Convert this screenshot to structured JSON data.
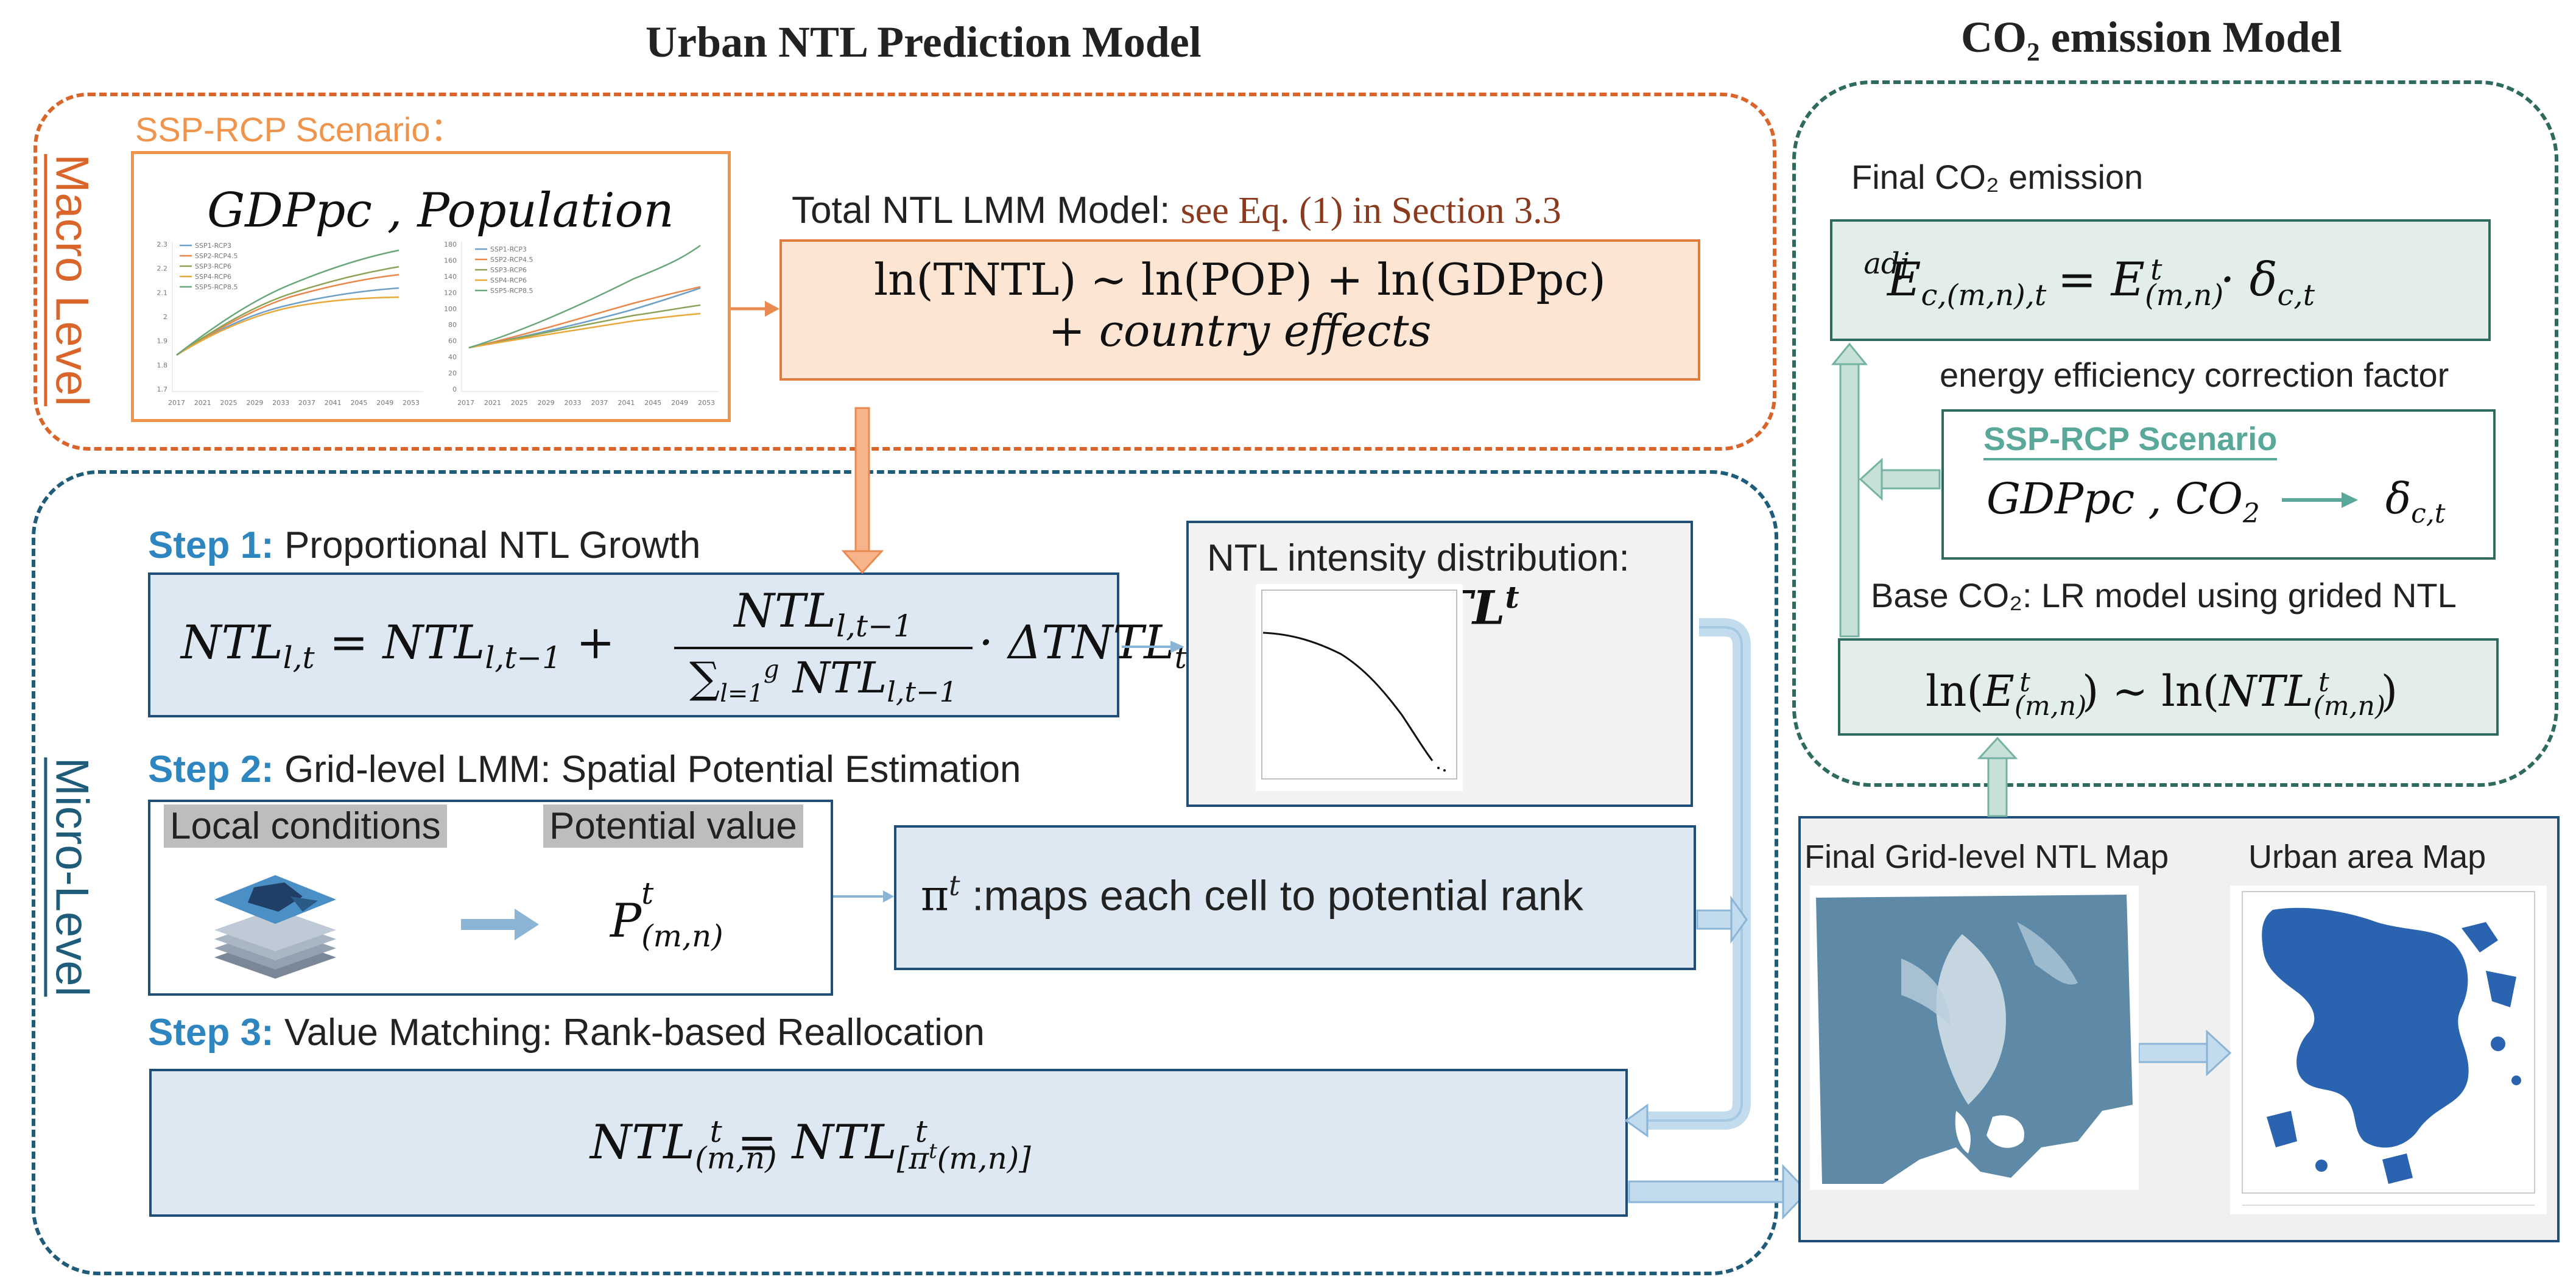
{
  "titles": {
    "urban": "Urban NTL Prediction Model",
    "co2": "CO₂ emission Model"
  },
  "macro": {
    "side_label": "Macro Level",
    "ssp_label": "SSP-RCP Scenario：",
    "gdp_pop": "GDPpc , Population",
    "legend_left": [
      "SSP1-RCP3",
      "SSP2-RCP4.5",
      "SSP3-RCP6",
      "SSP4-RCP6",
      "SSP5-RCP8.5"
    ],
    "legend_right": [
      "SSP1-RCP3",
      "SSP2-RCP4.5",
      "SSP3-RCP6",
      "SSP4-RCP6",
      "SSP5-RCP8.5"
    ],
    "left_yticks": [
      "2.3",
      "2.2",
      "2.1",
      "2",
      "1.9",
      "1.8",
      "1.7"
    ],
    "right_yticks": [
      "180",
      "160",
      "140",
      "120",
      "100",
      "80",
      "60",
      "40",
      "20",
      "0"
    ],
    "xticks": [
      "2017",
      "2021",
      "2025",
      "2029",
      "2033",
      "2037",
      "2041",
      "2045",
      "2049",
      "2053"
    ],
    "total_model_label": "Total NTL LMM Model: ",
    "total_model_ref": "see Eq. (1) in Section 3.3",
    "eq_line1": "ln(TNTL) ~ ln(POP) + ln(GDPpc)",
    "eq_line2": "+ country effects"
  },
  "micro": {
    "side_label": "Micro-Level",
    "step1_key": "Step 1:",
    "step1_text": " Proportional NTL Growth",
    "step2_key": "Step 2:",
    "step2_text": " Grid-level LMM: Spatial Potential Estimation",
    "step3_key": "Step 3:",
    "step3_text": " Value Matching: Rank-based Reallocation",
    "ntl_dist_label": "NTL intensity distribution:",
    "ntl_dist_symbol": "NTL",
    "ntl_dist_sup": "t",
    "local_conditions": "Local conditions",
    "potential_value": "Potential value",
    "pi_label": ":maps each cell to potential rank",
    "pi_symbol": "π",
    "pi_sup": "t",
    "final_grid_label": "Final Grid-level NTL Map",
    "urban_area_label": "Urban area Map"
  },
  "co2": {
    "final_label": "Final CO₂ emission",
    "eff_label": "energy efficiency correction factor",
    "ssp_label": "SSP-RCP Scenario",
    "gdp_co2": "GDPpc , CO",
    "gdp_co2_sub": "2",
    "delta": "δ",
    "delta_sub": "c,t",
    "base_label": "Base CO₂: LR model using grided NTL"
  },
  "colors": {
    "macro_border": "#d9652b",
    "micro_border": "#1f5c7a",
    "co2_border": "#2e6b5e",
    "step_blue": "#2e86c1",
    "ssp_orange": "#f0944c",
    "ssp_green": "#5aa89a",
    "ref_brown": "#8b3a1e",
    "arrow_blue": "#a9cbe3",
    "arrow_green": "#74b3a3"
  }
}
